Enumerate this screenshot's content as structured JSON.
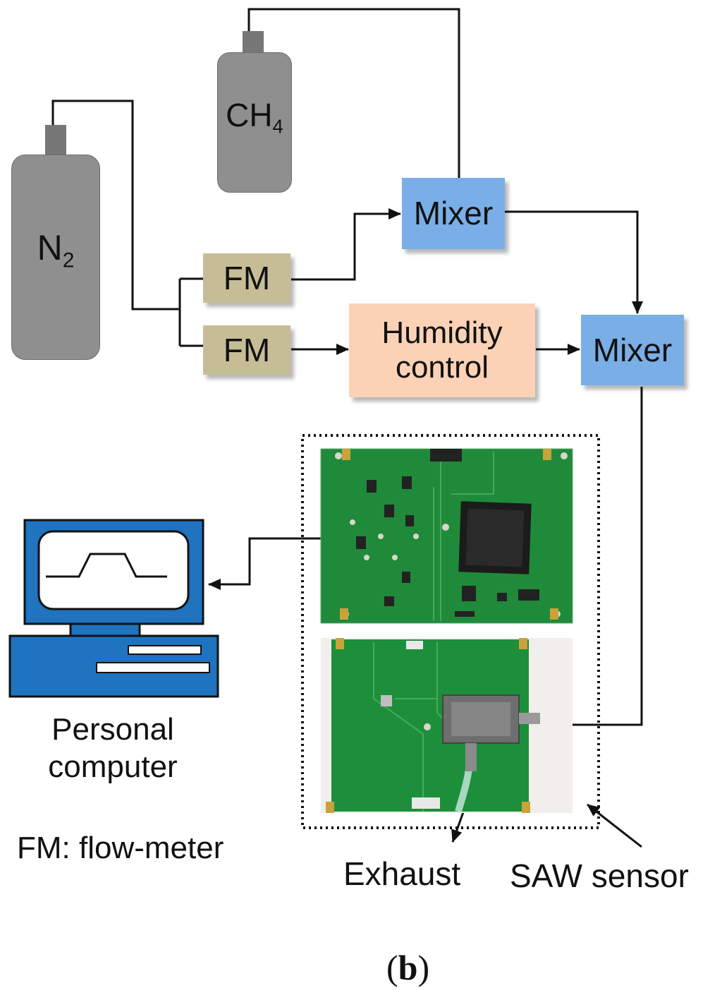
{
  "colors": {
    "cylinder": "#8f8f8f",
    "cylinder_valve": "#777777",
    "flow_meter_box": "#c6bd96",
    "mixer_box": "#7aaee6",
    "humidity_box": "#fbd2b6",
    "computer": "#1f73bf",
    "pcb": "#1e8f3a"
  },
  "cylinders": {
    "n2": {
      "formula": "N",
      "subscript": "2"
    },
    "ch4": {
      "formula": "CH",
      "subscript": "4"
    }
  },
  "boxes": {
    "fm_top": "FM",
    "fm_bottom": "FM",
    "mixer_top": "Mixer",
    "mixer_bottom": "Mixer",
    "humidity_line1": "Humidity",
    "humidity_line2": "control"
  },
  "labels": {
    "computer_line1": "Personal",
    "computer_line2": "computer",
    "legend": "FM: flow-meter",
    "exhaust": "Exhaust",
    "saw_sensor": "SAW sensor",
    "panel_open": "(",
    "panel_letter": "b",
    "panel_close": ")"
  },
  "icons": {
    "n2_cylinder": "gas-cylinder",
    "ch4_cylinder": "gas-cylinder",
    "computer": "desktop-computer",
    "circuit_boards": "pcb-photo"
  }
}
